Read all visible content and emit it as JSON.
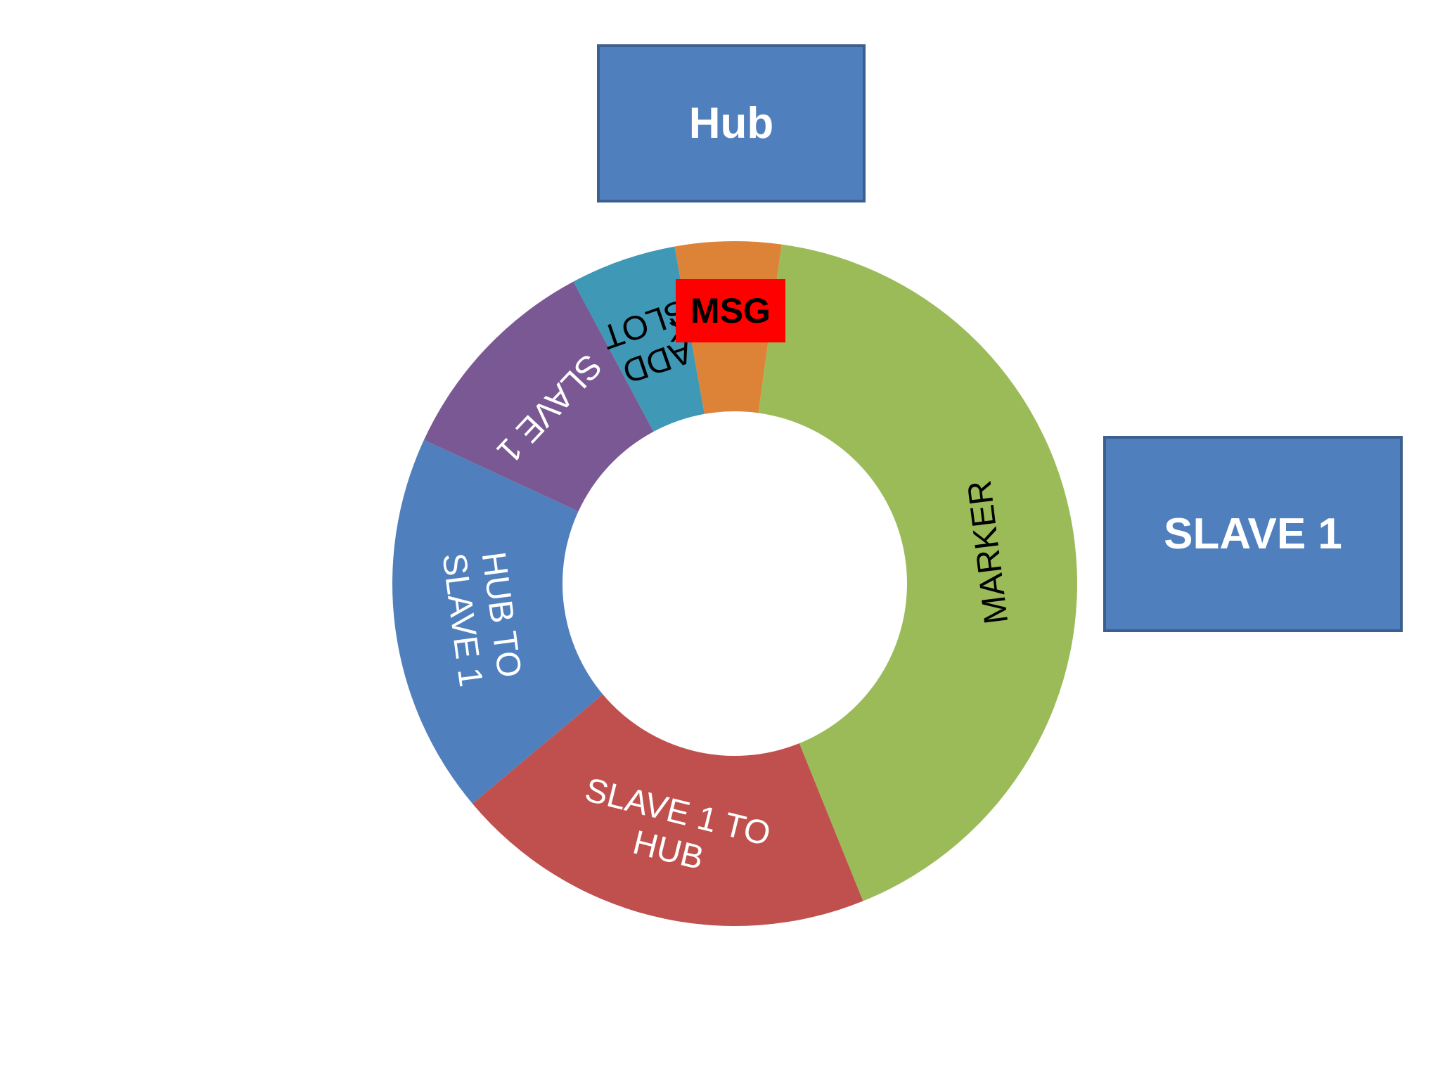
{
  "colors": {
    "box_fill": "#4f7fbd",
    "msg_fill": "#ff0000",
    "background": "#ffffff"
  },
  "hub": {
    "label": "Hub"
  },
  "slave": {
    "label": "SLAVE 1"
  },
  "msg": {
    "label": "MSG"
  },
  "frame": {
    "segments": [
      {
        "id": "hub-to-slave",
        "lines": [
          "HUB TO",
          "SLAVE 1"
        ],
        "fraction": 0.18,
        "color": "#4f80bd",
        "text_color": "#ffffff"
      },
      {
        "id": "slave-1",
        "lines": [
          "SLAVE 1"
        ],
        "fraction": 0.103,
        "color": "#7a5894",
        "text_color": "#ffffff"
      },
      {
        "id": "add-slot",
        "lines": [
          "ADD",
          "SLOT"
        ],
        "fraction": 0.05,
        "color": "#3f98b5",
        "text_color": "#000000"
      },
      {
        "id": "prefix",
        "lines": [
          "PREFIX"
        ],
        "fraction": 0.05,
        "color": "#dd8338",
        "text_color": "#000000"
      },
      {
        "id": "marker",
        "lines": [
          "MARKER"
        ],
        "fraction": 0.417,
        "color": "#9bbb59",
        "text_color": "#000000"
      },
      {
        "id": "slave-to-hub",
        "lines": [
          "SLAVE 1 TO",
          "HUB"
        ],
        "fraction": 0.2,
        "color": "#c0504d",
        "text_color": "#ffffff"
      }
    ]
  }
}
